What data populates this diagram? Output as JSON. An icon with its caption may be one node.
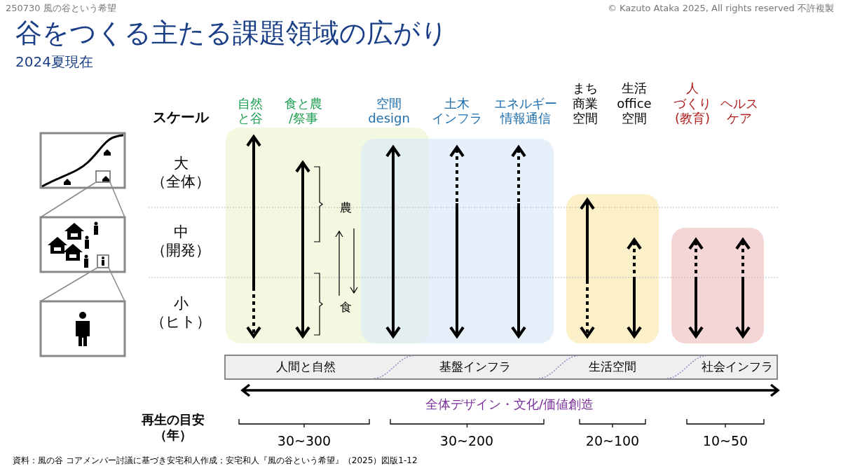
{
  "diagram": {
    "title": "谷をつくる主たる課題領域の広がり",
    "nodes": [
      {
        "text": [
          "人間と自然",
          "基盤インフラ",
          "生活空間",
          "社会インフラ"
        ]
      }
    ],
    "edges": [],
    "labels": [
      "250730 風の谷という希望",
      "© Kazuto Ataka 2025, All rights reserved 不許複製",
      "2024夏現在",
      "自然と谷",
      "食と農/祭事",
      "空間design",
      "土木インフラ",
      "エネルギー情報通信",
      "まち商業空間",
      "生活office空間",
      "人づくり(教育)",
      "ヘルスケア",
      "スケール",
      "大（全体）",
      "中（開発）",
      "小（ヒト）",
      "農",
      "食",
      "全体デザイン・文化/価値創造",
      "再生の目安（年）",
      "30~300",
      "30~200",
      "20~100",
      "10~50",
      "資料：風の谷 コアメンバー討議に基づき安宅和人作成；安宅和人『風の谷という希望』（2025）図版1-12"
    ]
  }
}
